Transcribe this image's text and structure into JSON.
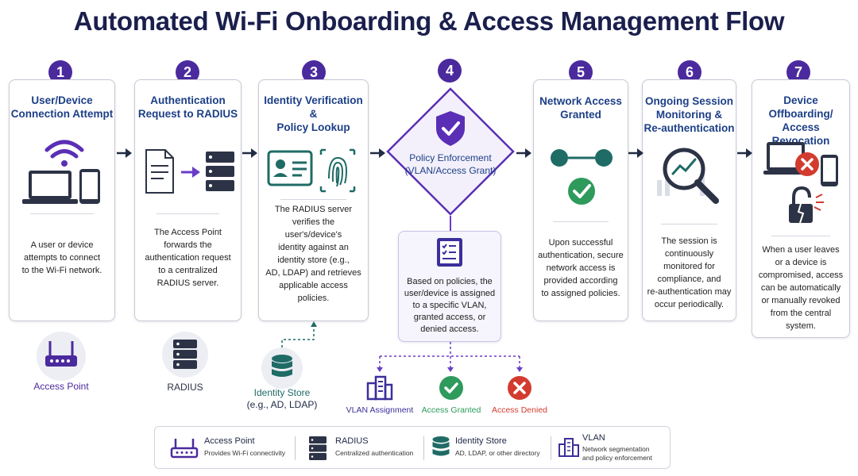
{
  "title": "Automated Wi-Fi Onboarding & Access Management Flow",
  "colors": {
    "purple": "#4b2a9e",
    "navy_title": "#1c3f86",
    "green": "#2e9a5b",
    "red": "#d33b2e",
    "teal": "#1f6b66"
  },
  "steps": [
    {
      "num": "1",
      "title": [
        "User/Device",
        "Connection Attempt"
      ],
      "desc": [
        "A user or device",
        "attempts to connect",
        "to the Wi-Fi network."
      ],
      "icon": "wifi-laptop-phone-icon"
    },
    {
      "num": "2",
      "title": [
        "Authentication",
        "Request to RADIUS"
      ],
      "desc": [
        "The Access Point",
        "forwards the",
        "authentication request",
        "to a centralized",
        "RADIUS server."
      ],
      "icon": "document-to-server-icon"
    },
    {
      "num": "3",
      "title": [
        "Identity Verification &",
        "Policy Lookup"
      ],
      "desc": [
        "The RADIUS server",
        "verifies the user's/device's",
        "identity against an",
        "identity store (e.g.,",
        "AD, LDAP) and retrieves",
        "applicable access",
        "policies."
      ],
      "icon": "id-card-fingerprint-icon"
    },
    {
      "num": "4",
      "title": [
        "Policy Enforcement",
        "(VLAN/Access Grant)"
      ],
      "icon": "shield-check-icon"
    },
    {
      "num": "5",
      "title": [
        "Network Access",
        "Granted"
      ],
      "desc": [
        "Upon successful",
        "authentication, secure",
        "network access is",
        "provided according",
        "to assigned policies."
      ],
      "icon": "connected-nodes-check-icon"
    },
    {
      "num": "6",
      "title": [
        "Ongoing Session",
        "Monitoring &",
        "Re-authentication"
      ],
      "desc": [
        "The session is",
        "continuously",
        "monitored for",
        "compliance, and",
        "re-authentication may",
        "occur periodically."
      ],
      "icon": "magnifier-chart-icon"
    },
    {
      "num": "7",
      "title": [
        "Device Offboarding/",
        "Access Revocation"
      ],
      "desc": [
        "When a user leaves",
        "or a device is",
        "compromised, access",
        "can be automatically",
        "or manually revoked",
        "from the central",
        "system."
      ],
      "icon": "devices-revoked-lock-icon"
    }
  ],
  "policy_box": {
    "desc": [
      "Based on policies, the",
      "user/device is assigned",
      "to a specific VLAN,",
      "granted access, or",
      "denied access."
    ]
  },
  "outcomes": [
    {
      "label": "VLAN Assignment",
      "color": "#3b2f9b",
      "icon": "building-icon"
    },
    {
      "label": "Access Granted",
      "color": "#2e9a5b",
      "icon": "check-circle-icon"
    },
    {
      "label": "Access Denied",
      "color": "#d33b2e",
      "icon": "x-circle-icon"
    }
  ],
  "components": {
    "access_point": "Access Point",
    "radius": "RADIUS",
    "identity_store": [
      "Identity Store",
      "(e.g., AD, LDAP)"
    ]
  },
  "legend": [
    {
      "name": "Access Point",
      "desc": [
        "Provides Wi-Fi connectivity"
      ],
      "icon": "router-icon"
    },
    {
      "name": "RADIUS",
      "desc": [
        "Centralized authentication"
      ],
      "icon": "server-icon"
    },
    {
      "name": "Identity Store",
      "desc": [
        "AD, LDAP, or other directory"
      ],
      "icon": "database-icon"
    },
    {
      "name": "VLAN",
      "desc": [
        "Network segmentation",
        "and policy enforcement"
      ],
      "icon": "building-icon"
    }
  ]
}
